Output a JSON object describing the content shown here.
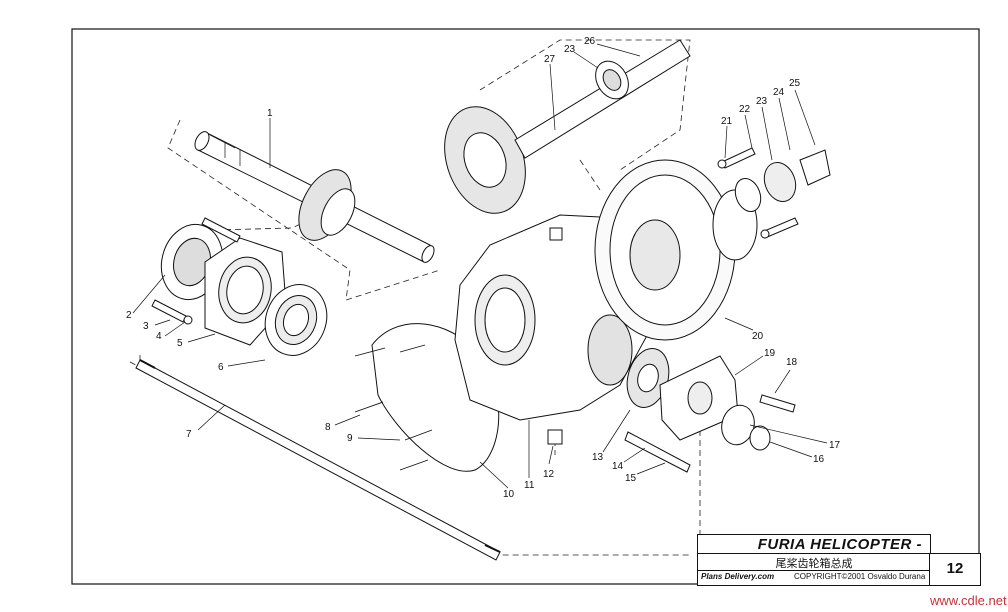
{
  "drawing": {
    "title": "FURIA HELICOPTER -",
    "subtitle": "尾桨齿轮箱总成",
    "brand": "Plans Delivery.com",
    "copyright": "COPYRIGHT©2001 Osvaldo Durana",
    "page_number": "12"
  },
  "watermark": "www.cdle.net",
  "callouts": {
    "c1": "1",
    "c2": "2",
    "c3": "3",
    "c4": "4",
    "c5": "5",
    "c6": "6",
    "c7": "7",
    "c8": "8",
    "c9": "9",
    "c10": "10",
    "c11": "11",
    "c12": "12",
    "c13": "13",
    "c14": "14",
    "c15": "15",
    "c16": "16",
    "c17": "17",
    "c18": "18",
    "c19": "19",
    "c20": "20",
    "c21": "21",
    "c22": "22",
    "c23a": "23",
    "c23b": "23",
    "c24": "24",
    "c25": "25",
    "c26": "26",
    "c27": "27"
  }
}
